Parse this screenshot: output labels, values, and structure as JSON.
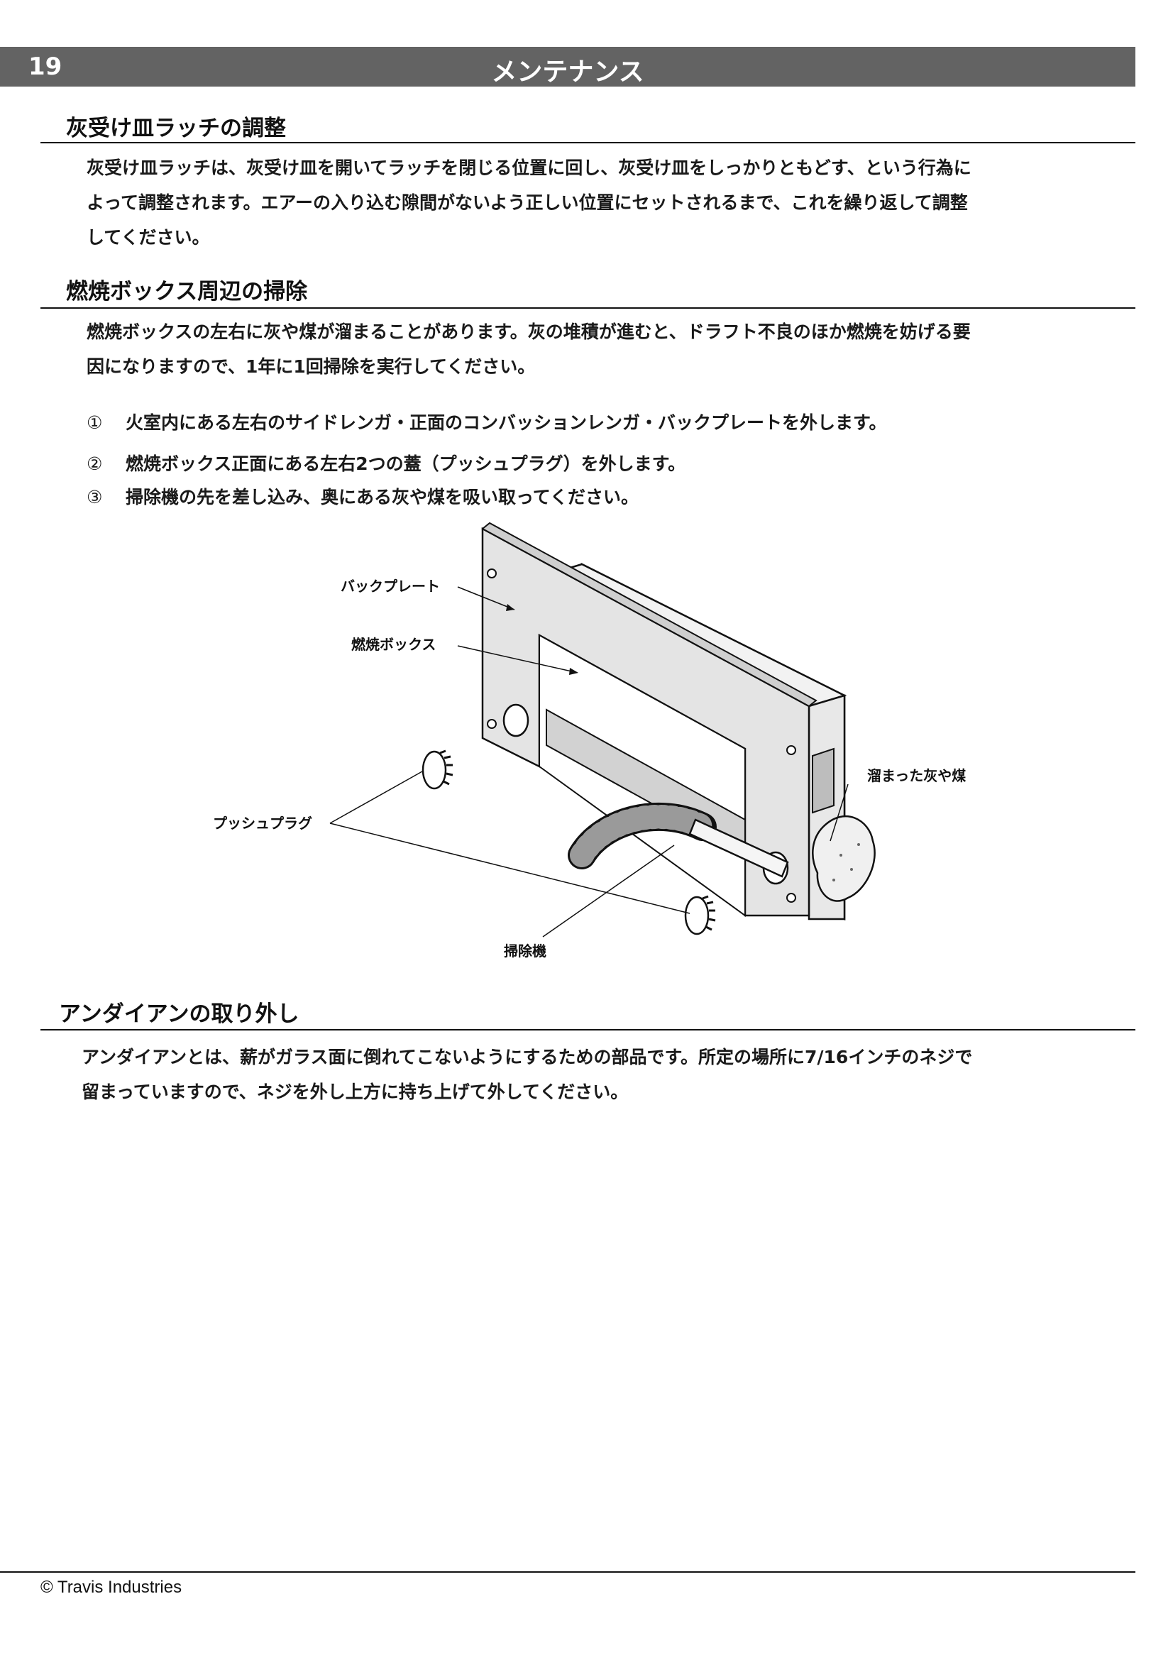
{
  "header": {
    "page_number": "19",
    "title": "メンテナンス"
  },
  "sections": {
    "latch": {
      "heading": "灰受け皿ラッチの調整",
      "lines": [
        "灰受け皿ラッチは、灰受け皿を開いてラッチを閉じる位置に回し、灰受け皿をしっかりともどす、という行為に",
        "よって調整されます。エアーの入り込む隙間がないよう正しい位置にセットされるまで、これを繰り返して調整",
        "してください。"
      ]
    },
    "firebox": {
      "heading": "燃焼ボックス周辺の掃除",
      "lines": [
        "燃焼ボックスの左右に灰や煤が溜まることがあります。灰の堆積が進むと、ドラフト不良のほか燃焼を妨げる要",
        "因になりますので、1年に1回掃除を実行してください。"
      ],
      "steps": [
        {
          "num": "①",
          "text": "火室内にある左右のサイドレンガ・正面のコンバッションレンガ・バックプレートを外します。"
        },
        {
          "num": "②",
          "text": "燃焼ボックス正面にある左右2つの蓋（プッシュプラグ）を外します。"
        },
        {
          "num": "③",
          "text": "掃除機の先を差し込み、奥にある灰や煤を吸い取ってください。"
        }
      ]
    },
    "andiron": {
      "heading": "アンダイアンの取り外し",
      "lines": [
        "アンダイアンとは、薪がガラス面に倒れてこないようにするための部品です。所定の場所に7/16インチのネジで",
        "留まっていますので、ネジを外し上方に持ち上げて外してください。"
      ]
    }
  },
  "diagram": {
    "labels": {
      "back_plate": "バックプレート",
      "firebox": "燃焼ボックス",
      "push_plug": "プッシュプラグ",
      "ash_soot": "溜まった灰や煤",
      "vacuum": "掃除機"
    }
  },
  "footer": {
    "copyright": "© Travis Industries"
  }
}
